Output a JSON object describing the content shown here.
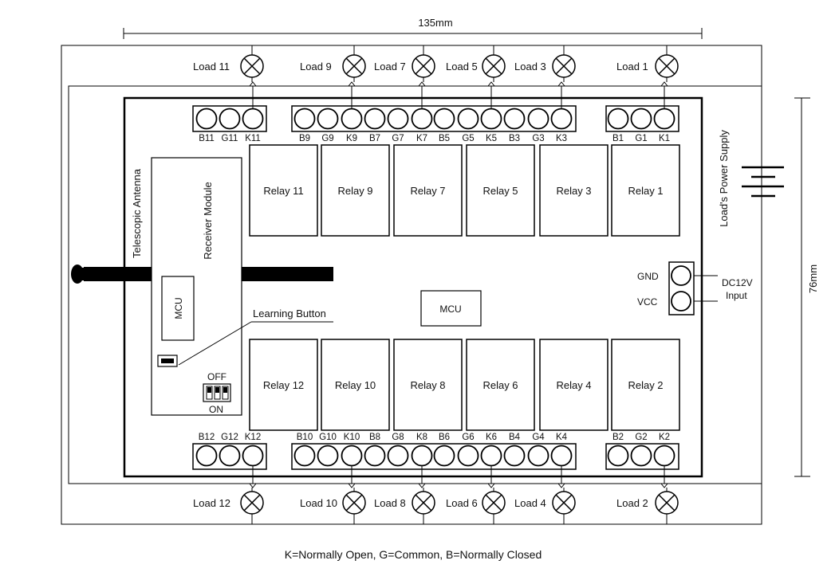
{
  "dimensions": {
    "width_label": "135mm",
    "height_label": "76mm"
  },
  "top": {
    "loads": [
      "Load 11",
      "Load 9",
      "Load 7",
      "Load 5",
      "Load 3",
      "Load 1"
    ],
    "relays": [
      "Relay 11",
      "Relay 9",
      "Relay 7",
      "Relay 5",
      "Relay 3",
      "Relay 1"
    ],
    "pins": [
      "B11",
      "G11",
      "K11",
      "B9",
      "G9",
      "K9",
      "B7",
      "G7",
      "K7",
      "B5",
      "G5",
      "K5",
      "B3",
      "G3",
      "K3",
      "B1",
      "G1",
      "K1"
    ]
  },
  "bottom": {
    "loads": [
      "Load 12",
      "Load 10",
      "Load 8",
      "Load 6",
      "Load 4",
      "Load 2"
    ],
    "relays": [
      "Relay 12",
      "Relay 10",
      "Relay 8",
      "Relay 6",
      "Relay 4",
      "Relay 2"
    ],
    "pins": [
      "B12",
      "G12",
      "K12",
      "B10",
      "G10",
      "K10",
      "B8",
      "G8",
      "K8",
      "B6",
      "G6",
      "K6",
      "B4",
      "G4",
      "K4",
      "B2",
      "G2",
      "K2"
    ]
  },
  "receiver": {
    "antenna_label": "Telescopic Antenna",
    "module_label": "Receiver Module",
    "mcu_label": "MCU",
    "learning_button_label": "Learning Button",
    "switch_off_label": "OFF",
    "switch_on_label": "ON"
  },
  "board": {
    "mcu_label": "MCU"
  },
  "power": {
    "load_supply_label": "Load's Power Supply",
    "gnd_label": "GND",
    "vcc_label": "VCC",
    "input_line1": "DC12V",
    "input_line2": "Input"
  },
  "footer": {
    "legend": "K=Normally Open, G=Common, B=Normally Closed"
  }
}
